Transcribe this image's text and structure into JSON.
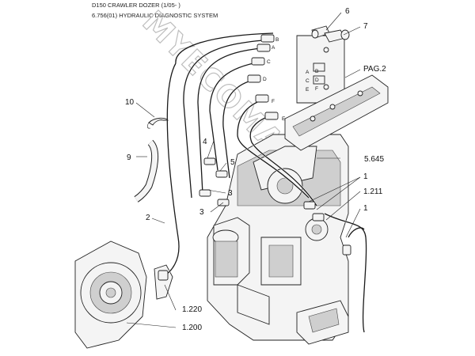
{
  "header": {
    "line1": "D150 CRAWLER DOZER (1/05- )",
    "line2": "6.756(01) HYDRAULIC DIAGNOSTIC SYSTEM"
  },
  "watermark": "MYECOMAT.RU",
  "callouts": {
    "c6": "6",
    "c7": "7",
    "c_pag2": "PAG.2",
    "c10": "10",
    "c9": "9",
    "c4": "4",
    "c5": "5",
    "c3a": "3",
    "c3b": "3",
    "c5645": "5.645",
    "c1a": "1",
    "c1211": "1.211",
    "c1b": "1",
    "c2": "2",
    "c1220": "1.220",
    "c1200": "1.200"
  },
  "hose_letters": {
    "hb": "B",
    "ha": "A",
    "hc": "C",
    "hd": "D",
    "hf": "F",
    "he": "E",
    "pa": "A",
    "pb": "B",
    "pc": "C",
    "pd": "D",
    "pe": "E",
    "pf": "F"
  }
}
